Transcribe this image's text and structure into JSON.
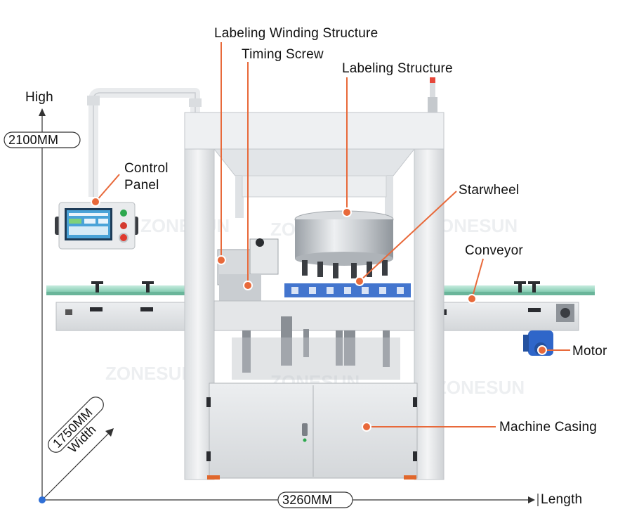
{
  "colors": {
    "callout": "#e8693a",
    "axis": "#333333",
    "origin": "#2f6fd6",
    "frame": "#e6e8ea",
    "steel": "#c9ccd0",
    "conveyor_glass": "#9fd8c3",
    "starwheel": "#2f66c9",
    "motor": "#2f66c9",
    "screen": "#4aa3d8"
  },
  "dimensions": {
    "height_label": "High",
    "height_value": "2100MM",
    "width_label": "Width",
    "width_value": "1750MM",
    "length_label": "Length",
    "length_value": "3260MM"
  },
  "callouts": [
    {
      "id": "labeling-winding-structure",
      "text": "Labeling Winding Structure"
    },
    {
      "id": "timing-screw",
      "text": "Timing Screw"
    },
    {
      "id": "labeling-structure",
      "text": "Labeling Structure"
    },
    {
      "id": "control-panel",
      "text": "Control Panel",
      "lines": [
        "Control",
        "Panel"
      ]
    },
    {
      "id": "starwheel",
      "text": "Starwheel"
    },
    {
      "id": "conveyor",
      "text": "Conveyor"
    },
    {
      "id": "motor",
      "text": "Motor"
    },
    {
      "id": "machine-casing",
      "text": "Machine Casing"
    }
  ],
  "watermark": "ZONESUN",
  "icons": {
    "machine": "labeling-machine-photo",
    "origin": "origin-dot-icon",
    "arrows": "arrowhead-icon"
  }
}
